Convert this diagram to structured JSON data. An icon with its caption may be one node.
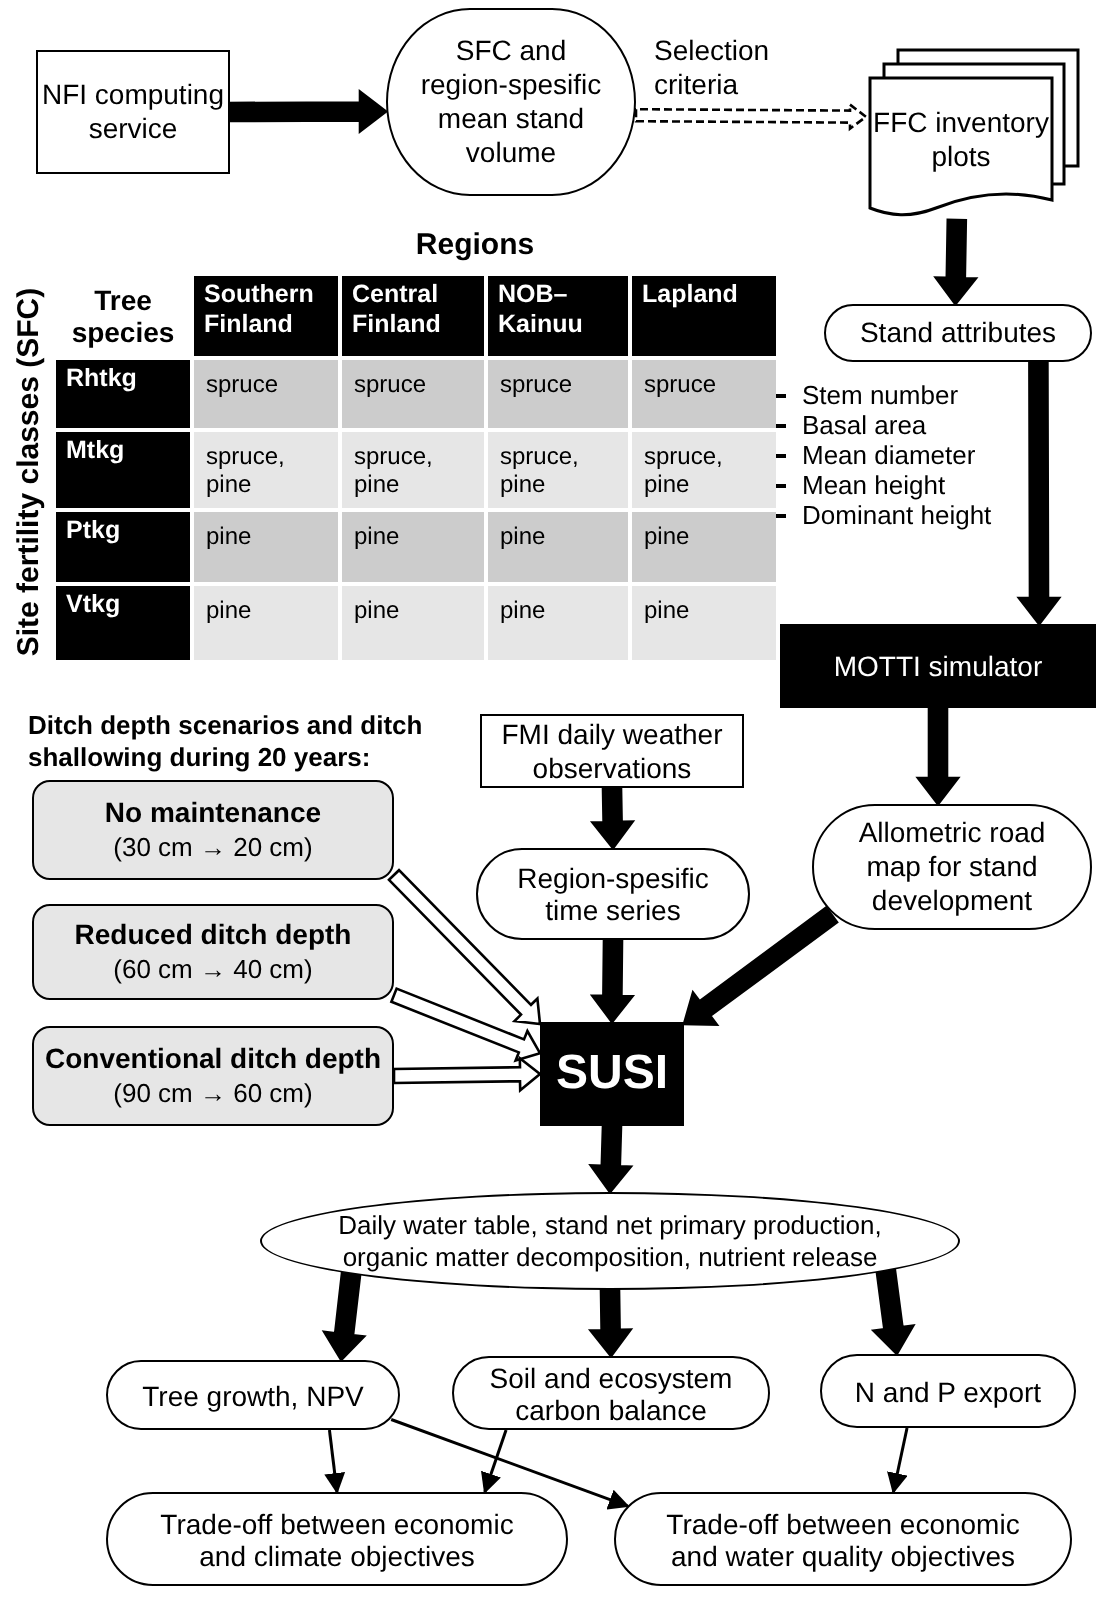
{
  "diagram": {
    "nodes": [
      {
        "text": [
          "NFI computing service"
        ]
      },
      {
        "text": [
          "SFC and region-spesific mean stand volume"
        ]
      },
      {
        "text": [
          "FFC inventory plots"
        ]
      },
      {
        "text": [
          "Stand attributes"
        ],
        "beside": [
          "Stem number",
          "Basal area",
          "Mean diameter",
          "Mean height",
          "Dominant height"
        ]
      },
      {
        "text": [
          "MOTTI simulator"
        ]
      },
      {
        "text": [
          "Allometric road map for stand development"
        ]
      },
      {
        "text": [
          "FMI daily weather observations"
        ]
      },
      {
        "text": [
          "Region-spesific time series"
        ]
      },
      {
        "text": [
          "No maintenance",
          "(30 cm → 20 cm)"
        ]
      },
      {
        "text": [
          "Reduced ditch depth",
          "(60 cm → 40 cm)"
        ]
      },
      {
        "text": [
          "Conventional ditch depth",
          "(90 cm → 60 cm)"
        ]
      },
      {
        "text": [
          "SUSI"
        ]
      },
      {
        "text": [
          "Daily water table, stand net primary production, organic matter decomposition, nutrient release"
        ]
      },
      {
        "text": [
          "Tree growth, NPV"
        ]
      },
      {
        "text": [
          "Soil and ecosystem carbon balance"
        ]
      },
      {
        "text": [
          "N and P export"
        ]
      },
      {
        "text": [
          "Trade-off between economic and climate objectives"
        ]
      },
      {
        "text": [
          "Trade-off between economic and water quality objectives"
        ]
      }
    ],
    "edges": [
      {
        "from": 0,
        "to": 1,
        "arrow": "to",
        "style": "thick"
      },
      {
        "from": 1,
        "to": 2,
        "arrow": "to",
        "style": "dashed",
        "color": "#ffffff",
        "label": "Selection criteria"
      },
      {
        "from": 2,
        "to": 3,
        "arrow": "to",
        "style": "thick"
      },
      {
        "from": 3,
        "to": 4,
        "arrow": "to",
        "style": "thick"
      },
      {
        "from": 4,
        "to": 5,
        "arrow": "to",
        "style": "thick"
      },
      {
        "from": 6,
        "to": 7,
        "arrow": "to",
        "style": "thick"
      },
      {
        "from": 7,
        "to": 11,
        "arrow": "to",
        "style": "thick"
      },
      {
        "from": 5,
        "to": 11,
        "arrow": "to",
        "style": "thick"
      },
      {
        "from": 8,
        "to": 11,
        "arrow": "to",
        "style": "thick",
        "color": "#ffffff"
      },
      {
        "from": 9,
        "to": 11,
        "arrow": "to",
        "style": "thick",
        "color": "#ffffff"
      },
      {
        "from": 10,
        "to": 11,
        "arrow": "to",
        "style": "thick",
        "color": "#ffffff"
      },
      {
        "from": 11,
        "to": 12,
        "arrow": "to",
        "style": "thick"
      },
      {
        "from": 12,
        "to": 13,
        "arrow": "to",
        "style": "thick"
      },
      {
        "from": 12,
        "to": 14,
        "arrow": "to",
        "style": "thick"
      },
      {
        "from": 12,
        "to": 15,
        "arrow": "to",
        "style": "thick"
      },
      {
        "from": 13,
        "to": 16,
        "arrow": "to"
      },
      {
        "from": 13,
        "to": 17,
        "arrow": "to"
      },
      {
        "from": 14,
        "to": 16,
        "arrow": "to"
      },
      {
        "from": 15,
        "to": 17,
        "arrow": "to"
      }
    ],
    "labels": [
      "Regions",
      "Site fertility classes (SFC)",
      "Tree species",
      "Southern Finland",
      "Central Finland",
      "NOB–Kainuu",
      "Lapland",
      "Rhtkg",
      "spruce",
      "spruce",
      "spruce",
      "spruce",
      "Mtkg",
      "spruce, pine",
      "spruce, pine",
      "spruce, pine",
      "spruce, pine",
      "Ptkg",
      "pine",
      "pine",
      "pine",
      "pine",
      "Vtkg",
      "pine",
      "pine",
      "pine",
      "pine",
      "Ditch depth scenarios and ditch shallowing during 20 years:"
    ]
  }
}
